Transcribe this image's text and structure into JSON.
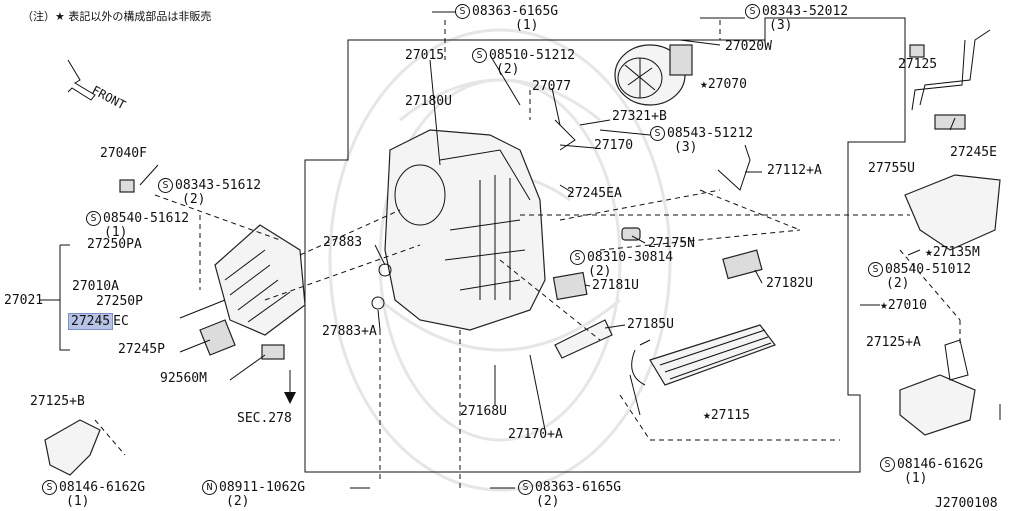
{
  "note": "（注）★ 表記以外の構成部品は非販売",
  "front_label": "FRONT",
  "sec_ref": "SEC.278",
  "ref_code": "J2700108",
  "labels": {
    "p27015": "27015",
    "p27180u": "27180U",
    "p27077": "27077",
    "p27321b": "27321+B",
    "p27070": "★27070",
    "p27020w": "27020W",
    "p27170": "27170",
    "p27245ea": "27245EA",
    "p27112a": "27112+A",
    "p27883": "27883",
    "p27175n": "27175N",
    "p27181u": "27181U",
    "p27182u": "27182U",
    "p27185u": "27185U",
    "p27883a": "27883+A",
    "p27168u": "27168U",
    "p27170a": "27170+A",
    "p27115": "★27115",
    "p27125": "27125",
    "p27245e": "27245E",
    "p27755u": "27755U",
    "p27135m": "★27135M",
    "p27010": "★27010",
    "p27125a": "27125+A",
    "p27125b": "27125+B",
    "p27040f": "27040F",
    "p27250pa": "27250PA",
    "p27010a": "27010A",
    "p27250p": "27250P",
    "p27021": "27021",
    "p27245": "27245",
    "sec_suffix": "EC",
    "p27245p": "27245P",
    "p92560m": "92560M"
  },
  "callouts": {
    "s08363_top": {
      "sym": "S",
      "num": "08363-6165G",
      "qty": "(1)"
    },
    "s08343_52012": {
      "sym": "S",
      "num": "08343-52012",
      "qty": "(3)"
    },
    "s08510": {
      "sym": "S",
      "num": "08510-51212",
      "qty": "(2)"
    },
    "s08543": {
      "sym": "S",
      "num": "08543-51212",
      "qty": "(3)"
    },
    "s08343_51612": {
      "sym": "S",
      "num": "08343-51612",
      "qty": "(2)"
    },
    "s08540_51612": {
      "sym": "S",
      "num": "08540-51612",
      "qty": "(1)"
    },
    "s08310": {
      "sym": "S",
      "num": "08310-30814",
      "qty": "(2)"
    },
    "s08540_51012": {
      "sym": "S",
      "num": "08540-51012",
      "qty": "(2)"
    },
    "s08146_left": {
      "sym": "S",
      "num": "08146-6162G",
      "qty": "(1)"
    },
    "n08911": {
      "sym": "N",
      "num": "08911-1062G",
      "qty": "(2)"
    },
    "s08363_bottom": {
      "sym": "S",
      "num": "08363-6165G",
      "qty": "(2)"
    },
    "s08146_right": {
      "sym": "S",
      "num": "08146-6162G",
      "qty": "(1)"
    }
  }
}
